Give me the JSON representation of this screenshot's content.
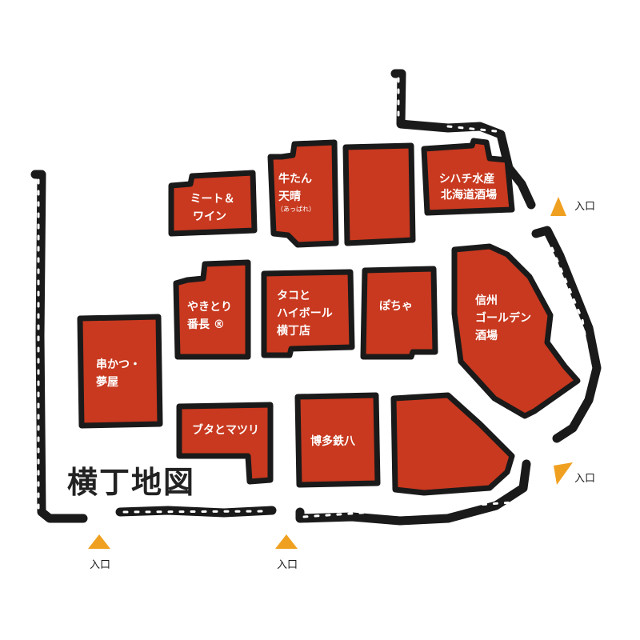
{
  "map": {
    "title": "横丁地図",
    "entrance_label": "入口",
    "colors": {
      "shop_fill": "#c8391f",
      "outline": "#1a1a1a",
      "entrance_marker": "#f0a020",
      "background": "#ffffff"
    },
    "shops": [
      {
        "id": "meat-wine",
        "lines": [
          "ミート＆",
          "ワイン"
        ]
      },
      {
        "id": "gyutan-appare",
        "lines": [
          "牛たん",
          "天晴"
        ],
        "sub": "（あっぱれ）"
      },
      {
        "id": "unnamed-north",
        "lines": []
      },
      {
        "id": "shihachi-suisan",
        "lines": [
          "シハチ水産",
          "北海道酒場"
        ]
      },
      {
        "id": "yakitori-bancho",
        "lines": [
          "やきとり",
          "番長 ®"
        ]
      },
      {
        "id": "tako-highball",
        "lines": [
          "タコと",
          "ハイボール",
          "横丁店"
        ]
      },
      {
        "id": "pochiya",
        "lines": [
          "ぽちゃ"
        ]
      },
      {
        "id": "shinshu-golden",
        "lines": [
          "信州",
          "ゴールデン",
          "酒場"
        ]
      },
      {
        "id": "kushikatsu-yumeya",
        "lines": [
          "串かつ・",
          "夢屋"
        ]
      },
      {
        "id": "buta-matsuri",
        "lines": [
          "ブタとマツリ"
        ]
      },
      {
        "id": "hakata-tetsuhachi",
        "lines": [
          "博多鉄八"
        ]
      },
      {
        "id": "unnamed-southeast",
        "lines": []
      }
    ],
    "entrances": [
      {
        "id": "east-upper",
        "direction": "west"
      },
      {
        "id": "east-lower",
        "direction": "southwest"
      },
      {
        "id": "south-left",
        "direction": "north"
      },
      {
        "id": "south-center",
        "direction": "north"
      }
    ]
  }
}
